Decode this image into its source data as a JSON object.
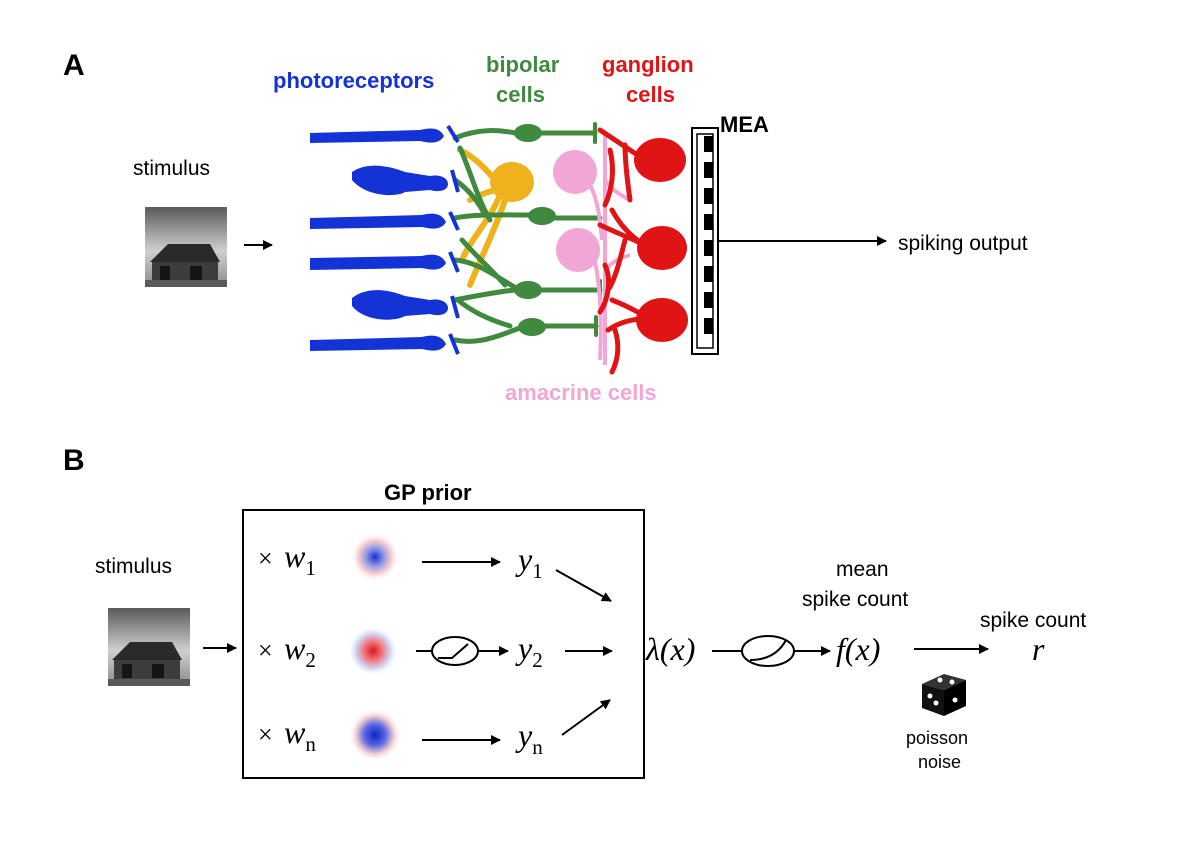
{
  "panel_a": {
    "letter": "A",
    "labels": {
      "stimulus": "stimulus",
      "photoreceptors": "photoreceptors",
      "bipolar_line1": "bipolar",
      "bipolar_line2": "cells",
      "ganglion_line1": "ganglion",
      "ganglion_line2": "cells",
      "mea": "MEA",
      "amacrine": "amacrine cells",
      "output": "spiking output"
    },
    "colors": {
      "photoreceptors": "#1433d6",
      "bipolar": "#3f8a3f",
      "horizontal": "#f0b21c",
      "ganglion": "#e01414",
      "amacrine": "#f2a6d6"
    }
  },
  "panel_b": {
    "letter": "B",
    "labels": {
      "stimulus": "stimulus",
      "gp_prior": "GP prior",
      "times": "×",
      "w": "w",
      "w_subs": [
        "1",
        "2",
        "n"
      ],
      "y": "y",
      "y_subs": [
        "1",
        "2",
        "n"
      ],
      "lambda": "λ(x)",
      "fx": "f(x)",
      "mean_line1": "mean",
      "mean_line2": "spike count",
      "spike_count": "spike count",
      "r": "r",
      "noise_line1": "poisson",
      "noise_line2": "noise"
    }
  }
}
